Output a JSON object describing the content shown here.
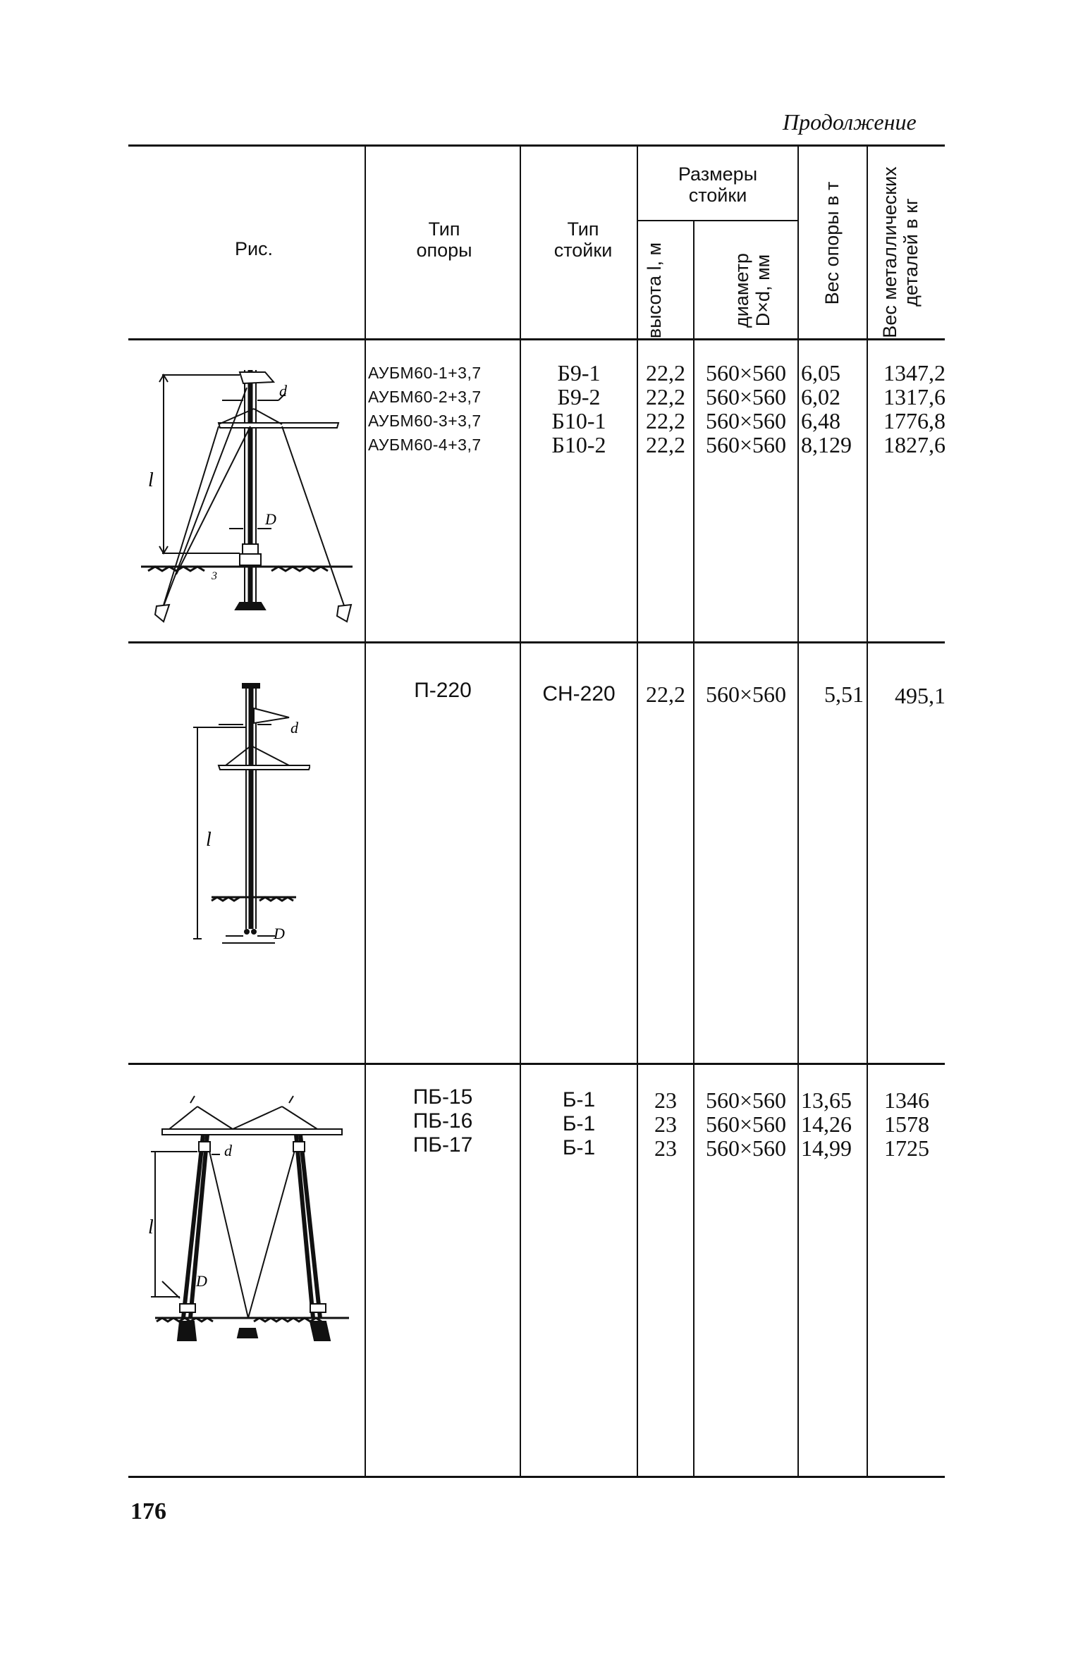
{
  "continuation": "Продолжение",
  "page_number": "176",
  "header": {
    "fig": "Рис.",
    "support_type": "Тип опоры",
    "post_type": "Тип стойки",
    "post_dims": "Размеры стойки",
    "height": "высота l, м",
    "diameter": "диаметр D×d, мм",
    "support_weight": "Вес опоры в т",
    "metal_weight": "Вес металлических деталей в кг"
  },
  "rows": [
    {
      "types": [
        "АУБМ60-1+3,7",
        "АУБМ60-2+3,7",
        "АУБМ60-3+3,7",
        "АУБМ60-4+3,7"
      ],
      "posts": [
        "Б9-1",
        "Б9-2",
        "Б10-1",
        "Б10-2"
      ],
      "heights": [
        "22,2",
        "22,2",
        "22,2",
        "22,2"
      ],
      "diameters": [
        "560×560",
        "560×560",
        "560×560",
        "560×560"
      ],
      "weights": [
        "6,05",
        "6,02",
        "6,48",
        "8,129"
      ],
      "metal": [
        "1347,2",
        "1317,6",
        "1776,8",
        "1827,6"
      ],
      "fig_labels": {
        "d": "d",
        "D": "D",
        "l": "l",
        "ground_mark": "3"
      }
    },
    {
      "types": [
        "П-220"
      ],
      "posts": [
        "СН-220"
      ],
      "heights": [
        "22,2"
      ],
      "diameters": [
        "560×560"
      ],
      "weights": [
        "5,51"
      ],
      "metal": [
        "495,1"
      ],
      "fig_labels": {
        "d": "d",
        "D": "D",
        "l": "l"
      }
    },
    {
      "types": [
        "ПБ-15",
        "ПБ-16",
        "ПБ-17"
      ],
      "posts": [
        "Б-1",
        "Б-1",
        "Б-1"
      ],
      "heights": [
        "23",
        "23",
        "23"
      ],
      "diameters": [
        "560×560",
        "560×560",
        "560×560"
      ],
      "weights": [
        "13,65",
        "14,26",
        "14,99"
      ],
      "metal": [
        "1346",
        "1578",
        "1725"
      ],
      "fig_labels": {
        "d": "d",
        "D": "D",
        "l": "l"
      }
    }
  ]
}
